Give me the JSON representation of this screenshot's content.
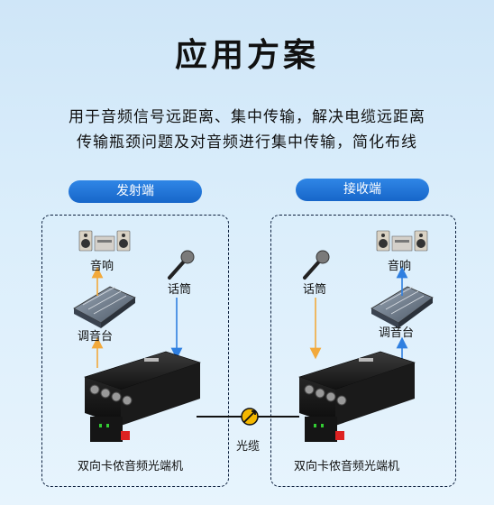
{
  "title": "应用方案",
  "description": {
    "line1": "用于音频信号远距离、集中传输，解决电缆远距离",
    "line2": "传输瓶颈问题及对音频进行集中传输，简化布线"
  },
  "sides": {
    "left": {
      "header": "发射端",
      "speaker_label": "音响",
      "mixer_label": "调音台",
      "mic_label": "话筒",
      "device_label": "双向卡侬音频光端机"
    },
    "right": {
      "header": "接收端",
      "speaker_label": "音响",
      "mixer_label": "调音台",
      "mic_label": "话筒",
      "device_label": "双向卡侬音频光端机"
    }
  },
  "link_label": "光缆",
  "colors": {
    "header_pill": "#1f73d8",
    "arrow_up": "#f2a93b",
    "arrow_down": "#2f7fe0",
    "fiber_node": "#f5b800",
    "panel_border": "#0c1f3d"
  },
  "icons": [
    "speaker-icon",
    "mixer-icon",
    "microphone-icon",
    "fiber-node-icon",
    "optical-transceiver-icon"
  ]
}
